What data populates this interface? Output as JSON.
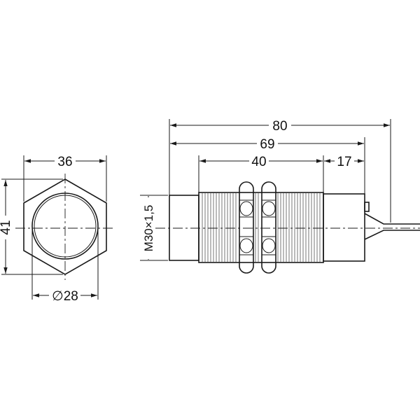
{
  "drawing": {
    "front_view": {
      "width_label": "36",
      "height_label": "41",
      "diameter_label": "∅28"
    },
    "side_view": {
      "total_length_label": "80",
      "body_length_label": "69",
      "thread_length_label": "40",
      "rear_length_label": "17",
      "thread_spec_label": "M30×1,5"
    }
  }
}
